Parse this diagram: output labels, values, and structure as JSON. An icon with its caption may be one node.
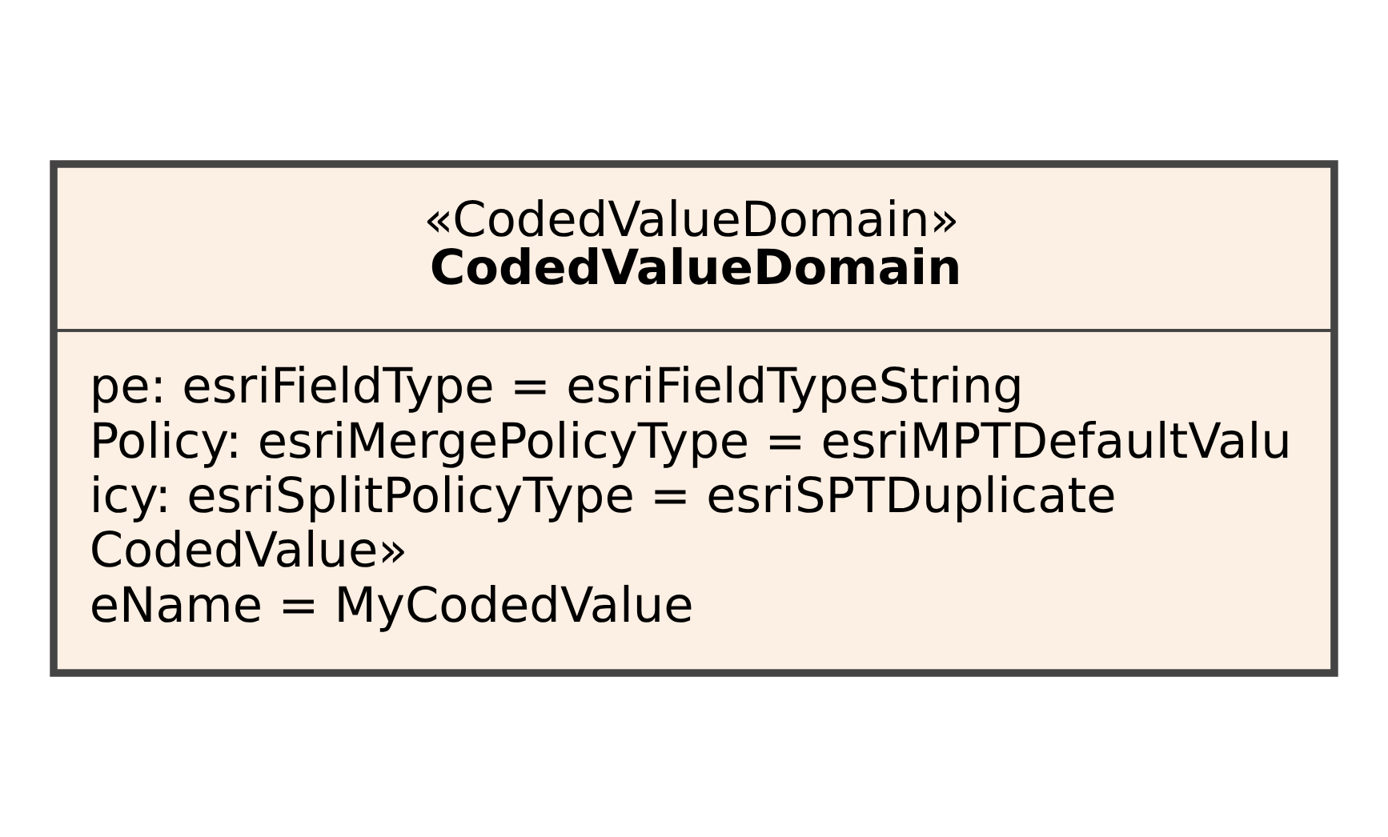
{
  "diagram": {
    "nodes": [
      {
        "text": [
          "«CodedValueDomain»",
          "CodedValueDomain",
          "pe: esriFieldType = esriFieldTypeString",
          "Policy: esriMergePolicyType = esriMPTDefaultValu",
          "icy: esriSplitPolicyType = esriSPTDuplicate",
          "CodedValue»",
          "eName = MyCodedValue"
        ]
      }
    ],
    "edges": []
  }
}
